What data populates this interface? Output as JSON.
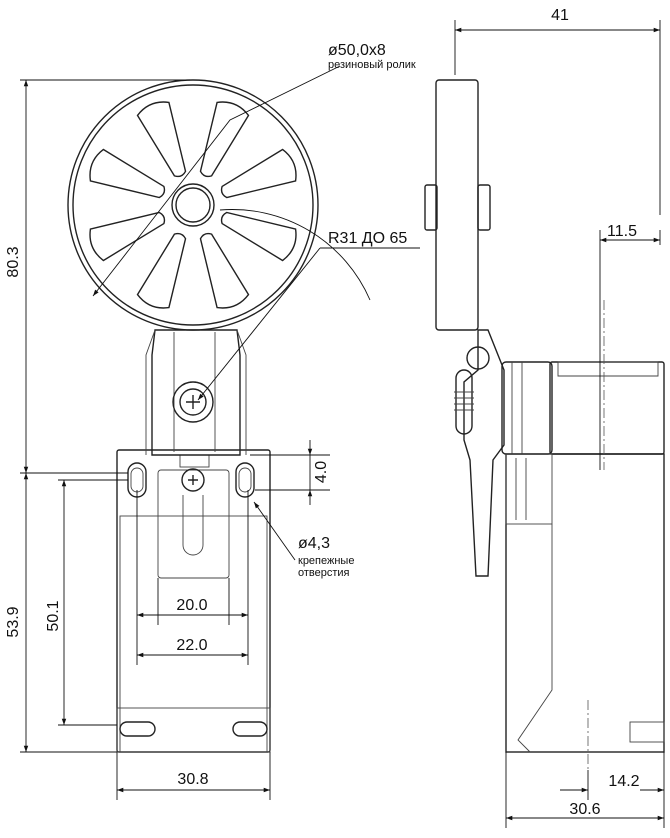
{
  "dimensions": {
    "width_side": "41",
    "lever_offset": "11.5",
    "overall_height": "80.3",
    "roller_diameter": "ø50,0x8",
    "roller_note": "резиновый ролик",
    "lever_radius": "R31 ДО 65",
    "hole_spacing": "4.0",
    "hole_diameter": "ø4,3",
    "hole_note_line1": "крепежные",
    "hole_note_line2": "отверстия",
    "inner_width": "20.0",
    "mount_pitch": "22.0",
    "body_height": "53.9",
    "mount_height": "50.1",
    "body_width": "30.8",
    "side_offset": "14.2",
    "side_width": "30.6"
  }
}
